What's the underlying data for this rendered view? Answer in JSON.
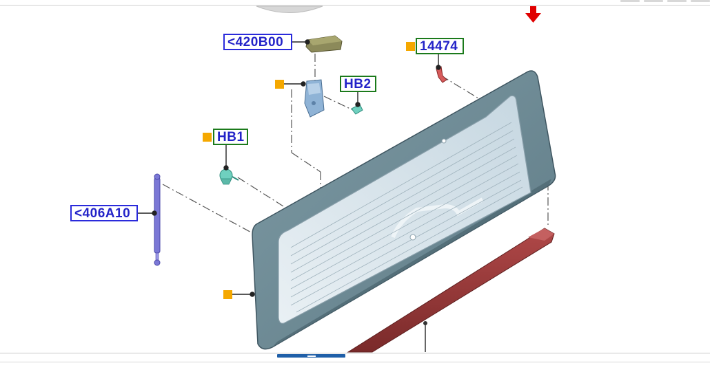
{
  "diagram": {
    "callouts": [
      {
        "id": "c420b00",
        "label": "<420B00",
        "style": "blue"
      },
      {
        "id": "c14474",
        "label": "14474",
        "style": "green"
      },
      {
        "id": "chb2",
        "label": "HB2",
        "style": "green"
      },
      {
        "id": "chb1",
        "label": "HB1",
        "style": "green"
      },
      {
        "id": "c406a10",
        "label": "<406A10",
        "style": "blue"
      }
    ],
    "colors": {
      "glass_frame": "#6f8c96",
      "glass_pane": "#d6e3ea",
      "spoiler": "#9b3a3a",
      "strut": "#7b78d6",
      "hinge": "#8fb3d6",
      "clip": "#6fd0bf",
      "module": "#8c8a5a",
      "marker": "#f5a800",
      "arrow": "#e00000",
      "callout_blue": "#2a2adb",
      "callout_green": "#1b7a1b"
    },
    "icons": [
      "orientation-arrow-icon"
    ]
  }
}
